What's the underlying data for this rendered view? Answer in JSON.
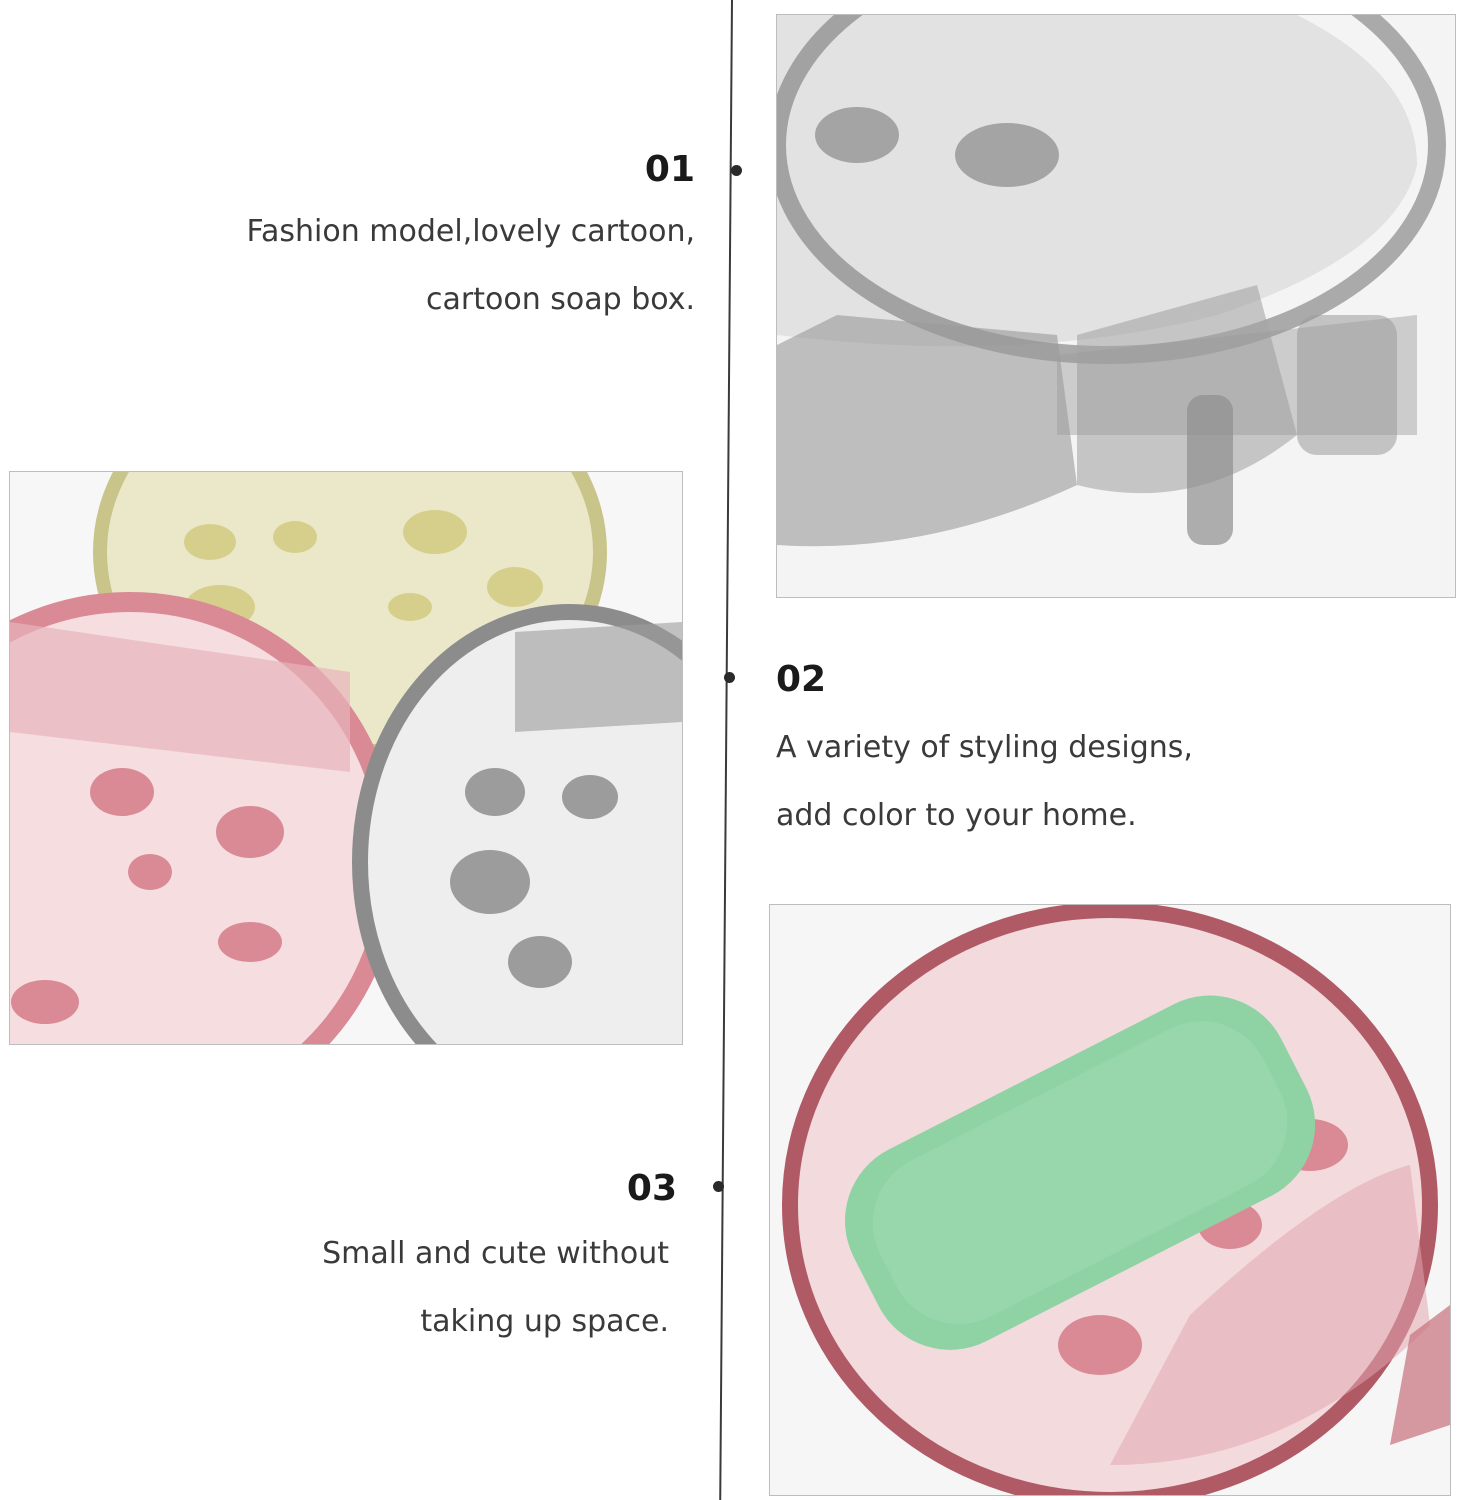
{
  "features": [
    {
      "number": "01",
      "lines": [
        "Fashion model,lovely cartoon,",
        "cartoon soap box."
      ]
    },
    {
      "number": "02",
      "lines": [
        "A variety of styling designs,",
        "add color to your home."
      ]
    },
    {
      "number": "03",
      "lines": [
        "Small and cute without",
        "taking up space."
      ]
    }
  ],
  "colors": {
    "timeline": "#3a3a3a",
    "gray_dish": "#8c8c8c",
    "pink_dish": "#d98a95",
    "yellow_dish": "#c9c48a",
    "soap": "#8fd3a4"
  },
  "photos": [
    {
      "subject": "gray-soap-dish-closeup"
    },
    {
      "subject": "three-colored-soap-dishes"
    },
    {
      "subject": "pink-soap-dish-with-green-soap"
    }
  ]
}
